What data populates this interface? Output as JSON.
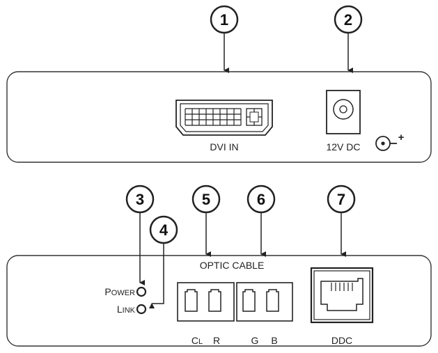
{
  "callouts": [
    "1",
    "2",
    "3",
    "4",
    "5",
    "6",
    "7"
  ],
  "top_panel": {
    "dvi_label": "DVI IN",
    "dc_label": "12V DC",
    "polarity_plus": "+"
  },
  "bottom_panel": {
    "optic_cable_label": "OPTIC CABLE",
    "power_label": {
      "cap": "P",
      "rest": "OWER"
    },
    "link_label": {
      "cap": "L",
      "rest": "INK"
    },
    "port_labels": {
      "cl": {
        "cap": "C",
        "rest": "L"
      },
      "r": "R",
      "g": "G",
      "b": "B"
    },
    "ddc_label": "DDC"
  }
}
